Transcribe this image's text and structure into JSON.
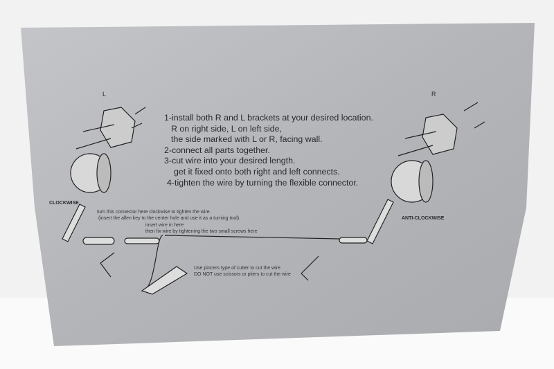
{
  "sheet": {
    "bracket_left_label": "L",
    "bracket_right_label": "R",
    "steps": [
      "1-install both R and L brackets at your desired location.",
      "  R on right side, L on left side,",
      "  the side marked with L or R, facing wall.",
      "2-connect all parts together.",
      "3-cut wire into your desired length.",
      "   get it fixed onto both right and left connects.",
      "4-tighten the wire by turning the flexible connector."
    ],
    "clockwise_label": "CLOCKWISE",
    "anticlockwise_label": "ANTI-CLOCKWISE",
    "turn_note_1": "turn this connector here clockwise to tighten the wire.",
    "turn_note_2": "(insert the allen key to the center hole and use it as a turning tool).",
    "wire_note_1": "insert wire in here",
    "wire_note_2": "then fix wire by tightening the two small screws here",
    "cut_note_1": "Use pincers type of cutter to cut the wire",
    "cut_note_2": "DO NOT use scissors or pliers to cut the wire"
  },
  "colors": {
    "sheet": "#b4b6ba",
    "ink": "#2a2a2a",
    "background": "#f2f2f2"
  }
}
